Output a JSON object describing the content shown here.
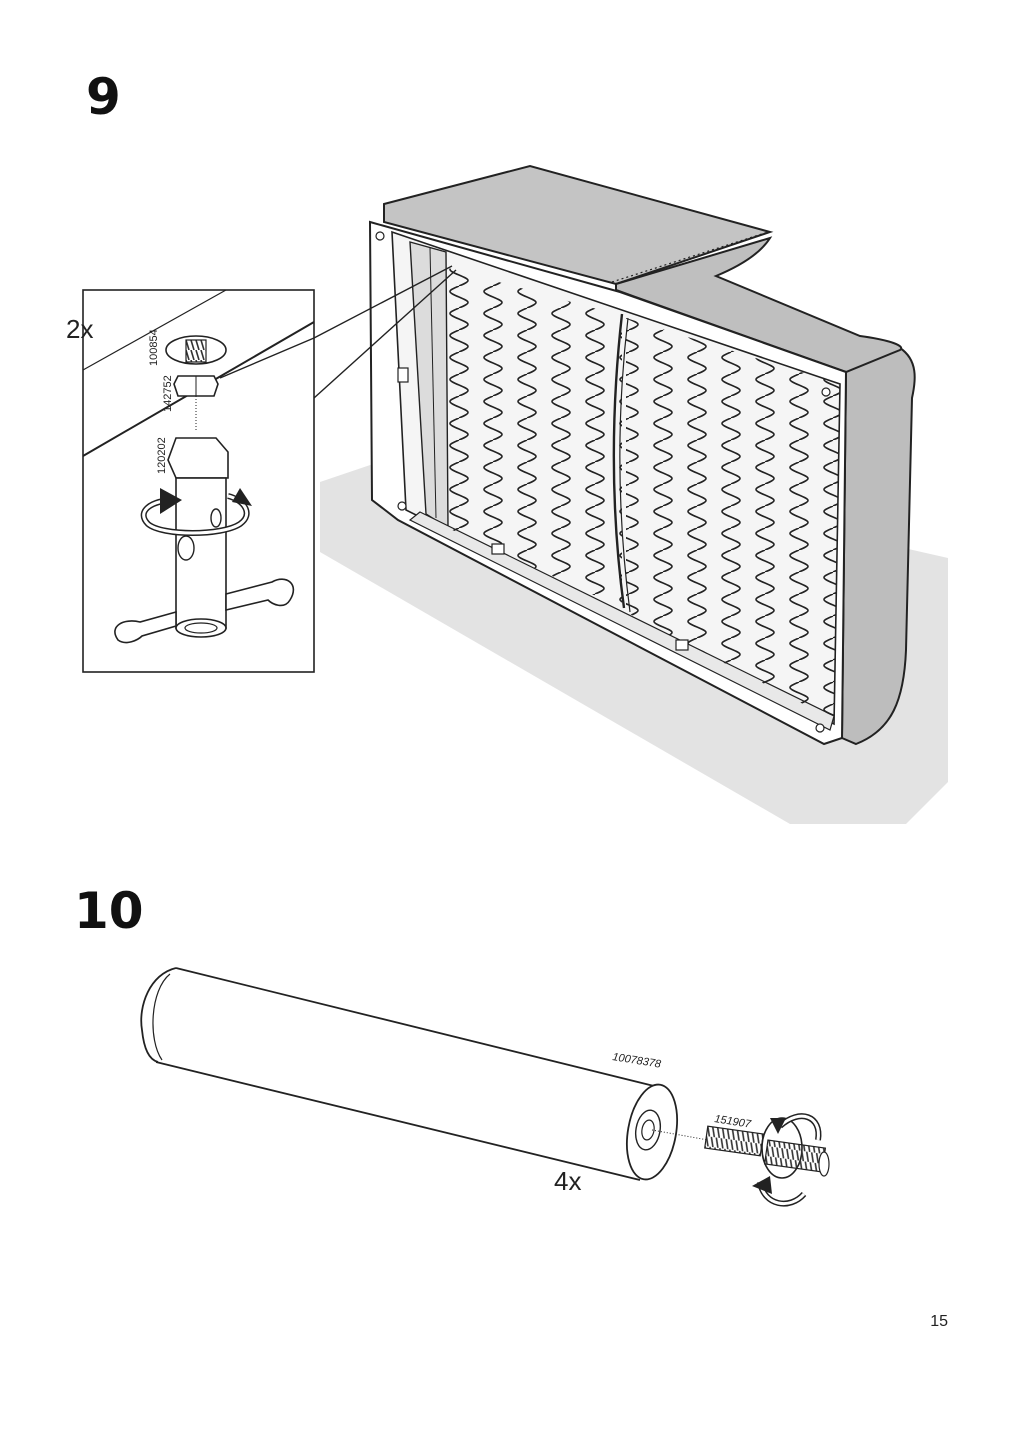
{
  "steps": [
    {
      "number": "9",
      "detail_quantity": "2x",
      "parts": [
        "100854",
        "142752",
        "120202"
      ]
    },
    {
      "number": "10",
      "quantity": "4x",
      "parts": [
        "10078378",
        "151907"
      ]
    }
  ],
  "page_number": "15"
}
